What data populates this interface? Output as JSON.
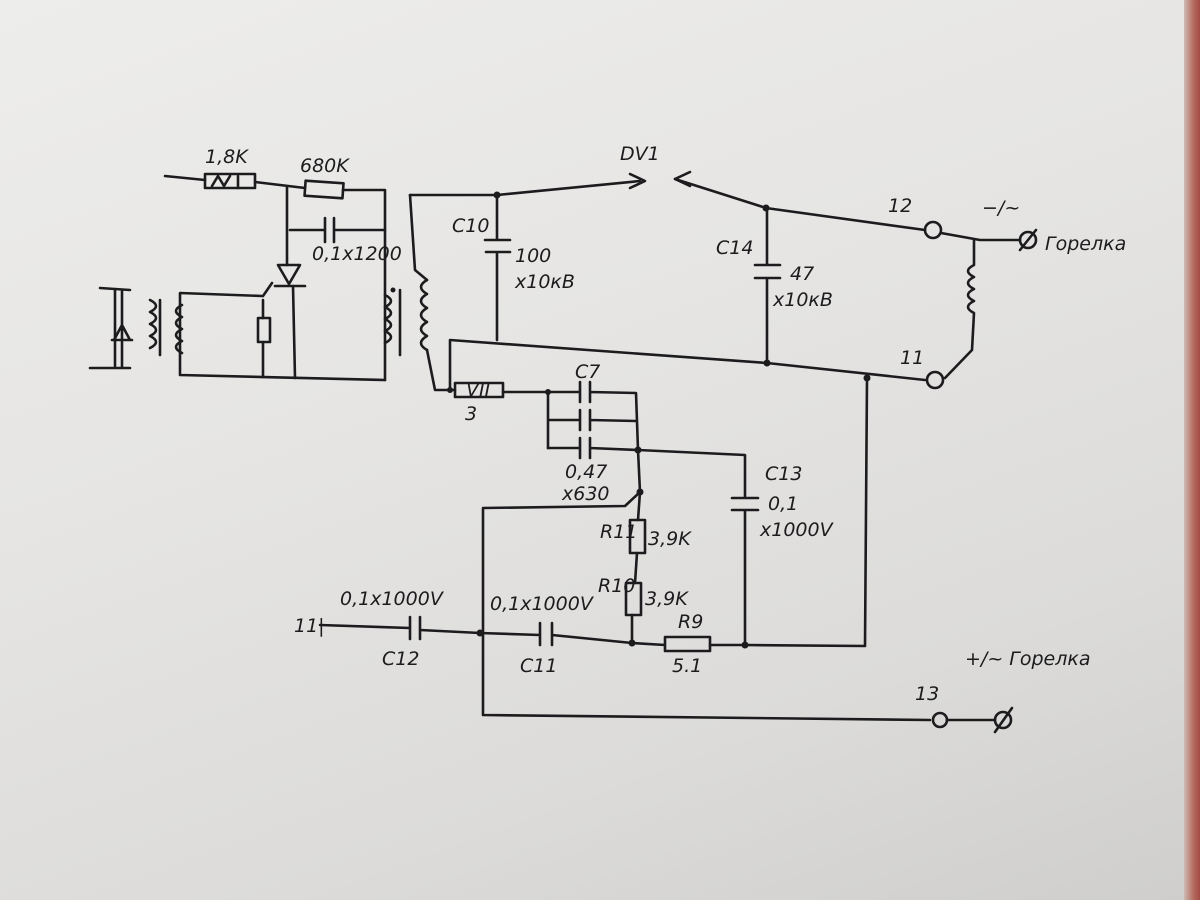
{
  "labels": {
    "r_1_8k": "1,8K",
    "r_680k": "680K",
    "c_0_1x1200": "0,1x1200",
    "c10": "C10",
    "c10_value_1": "100",
    "c10_value_2": "x10кВ",
    "dv1": "DV1",
    "c14": "C14",
    "c14_value_1": "47",
    "c14_value_2": "x10кВ",
    "terminal_12": "12",
    "terminal_11": "11",
    "terminal_13": "13",
    "neg_polarity": "−/~",
    "torch_neg": "Горелка",
    "pos_torch": "+/~ Горелка",
    "r_vii": "VII",
    "r_vii_value": "3",
    "c7": "C7",
    "c7_value_1": "0,47",
    "c7_value_2": "x630",
    "c13": "C13",
    "c13_value_1": "0,1",
    "c13_value_2": "x1000V",
    "r11": "R11",
    "r11_value": "3,9K",
    "r10": "R10",
    "r10_value": "3,9K",
    "c12_value": "0,1x1000V",
    "c12": "C12",
    "c11_value": "0,1x1000V",
    "c11": "C11",
    "r9": "R9",
    "r9_value": "5.1",
    "input_mark": "11|"
  }
}
